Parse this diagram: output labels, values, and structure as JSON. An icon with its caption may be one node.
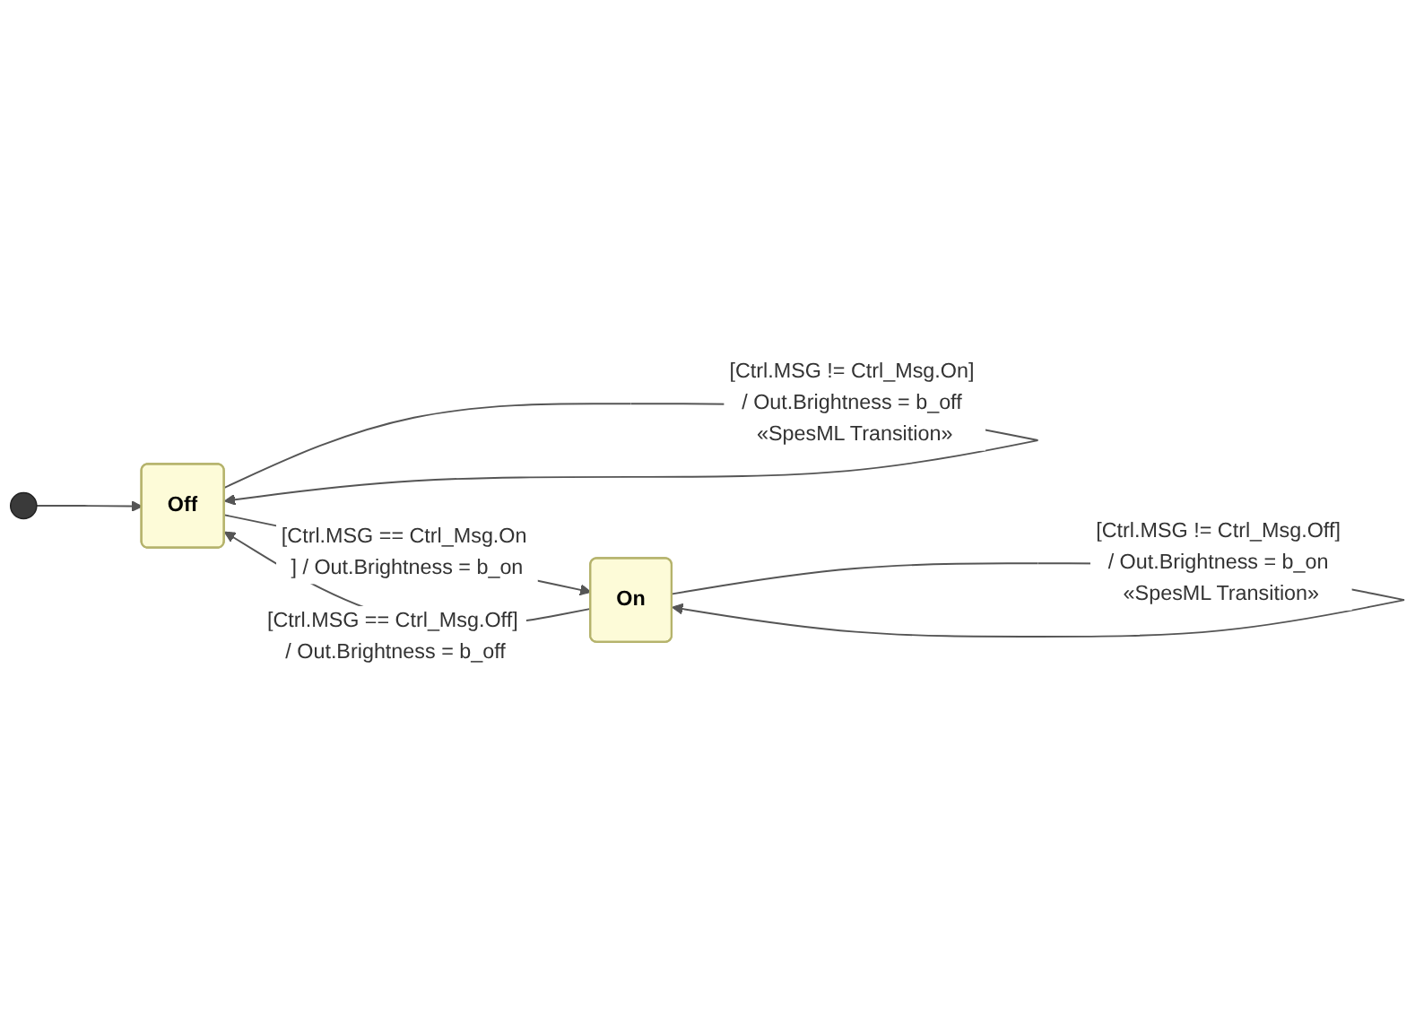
{
  "diagram": {
    "nodes": [
      {
        "text": [],
        "shape": "circle"
      },
      {
        "text": [
          "Off"
        ]
      },
      {
        "text": [
          "On"
        ]
      }
    ],
    "edges": [
      {
        "from": 0,
        "to": 1,
        "arrow": "to"
      },
      {
        "from": 1,
        "to": 1,
        "arrow": "to",
        "label": "[Ctrl.MSG != Ctrl_Msg.On] / Out.Brightness = b_off «SpesML Transition»"
      },
      {
        "from": 1,
        "to": 2,
        "arrow": "to",
        "label": "[Ctrl.MSG == Ctrl_Msg.On ] / Out.Brightness = b_on"
      },
      {
        "from": 2,
        "to": 1,
        "arrow": "to",
        "label": "[Ctrl.MSG == Ctrl_Msg.Off] / Out.Brightness = b_off"
      },
      {
        "from": 2,
        "to": 2,
        "arrow": "to",
        "label": "[Ctrl.MSG != Ctrl_Msg.Off] / Out.Brightness = b_on «SpesML Transition»"
      }
    ]
  }
}
